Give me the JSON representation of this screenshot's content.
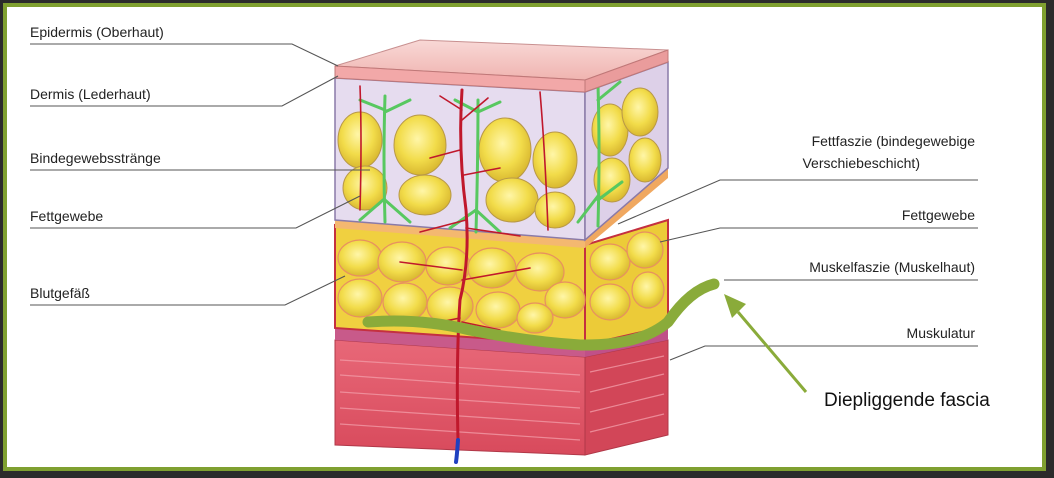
{
  "labels": {
    "epidermis": "Epidermis (Oberhaut)",
    "dermis": "Dermis (Lederhaut)",
    "strands": "Bindegewebsstränge",
    "fat_left": "Fettgewebe",
    "vessel": "Blutgefäß",
    "fat_fascia_1": "Fettfaszie (bindegewebige",
    "fat_fascia_2": "Verschiebeschicht)",
    "fat_right": "Fettgewebe",
    "muscle_fascia": "Muskelfaszie (Muskelhaut)",
    "muscle": "Muskulatur"
  },
  "annotation": {
    "text": "Diepliggende fascia"
  },
  "colors": {
    "frame": "#7fa030",
    "annotation": "#8aab3a",
    "skin": "#f2b8b8",
    "fat": "#f2de4a",
    "muscle": "#e05060",
    "vessel": "#c0182c",
    "strands": "#58c860"
  }
}
